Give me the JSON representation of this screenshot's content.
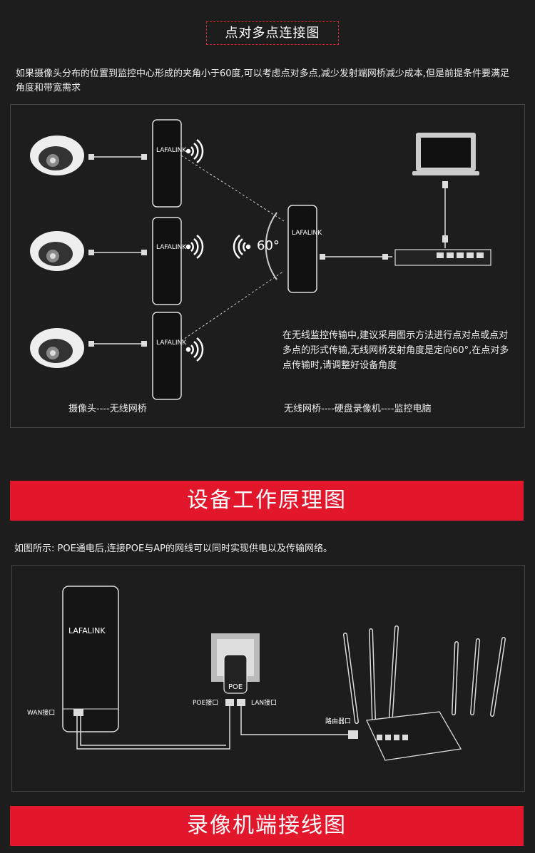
{
  "section1": {
    "title": "点对多点连接图",
    "intro": "如果摄像头分布的位置到监控中心形成的夹角小于60度,可以考虑点对多点,减少发射端网桥减少成本,但是前提条件要满足角度和带宽需求",
    "bridge_brand": "LAFALINK",
    "angle_label": "60°",
    "note": "在无线监控传输中,建议采用图示方法进行点对点或点对多点的形式传输,无线网桥发射角度是定向60°,在点对多点传输时,请调整好设备角度",
    "caption_left": "摄像头----无线网桥",
    "caption_right": "无线网桥----硬盘录像机----监控电脑"
  },
  "section2": {
    "banner": "设备工作原理图",
    "description": "如图所示: POE通电后,连接POE与AP的网线可以同时实现供电以及传输网络。",
    "ap_brand": "LAFALINK",
    "wan_label": "WAN接口",
    "poe_label": "POE",
    "poe_port_label": "POE接口",
    "lan_label": "LAN接口",
    "router_label": "路由器口"
  },
  "section3": {
    "banner": "录像机端接线图"
  },
  "colors": {
    "accent": "#e3172c",
    "background": "#1d1d1d"
  }
}
